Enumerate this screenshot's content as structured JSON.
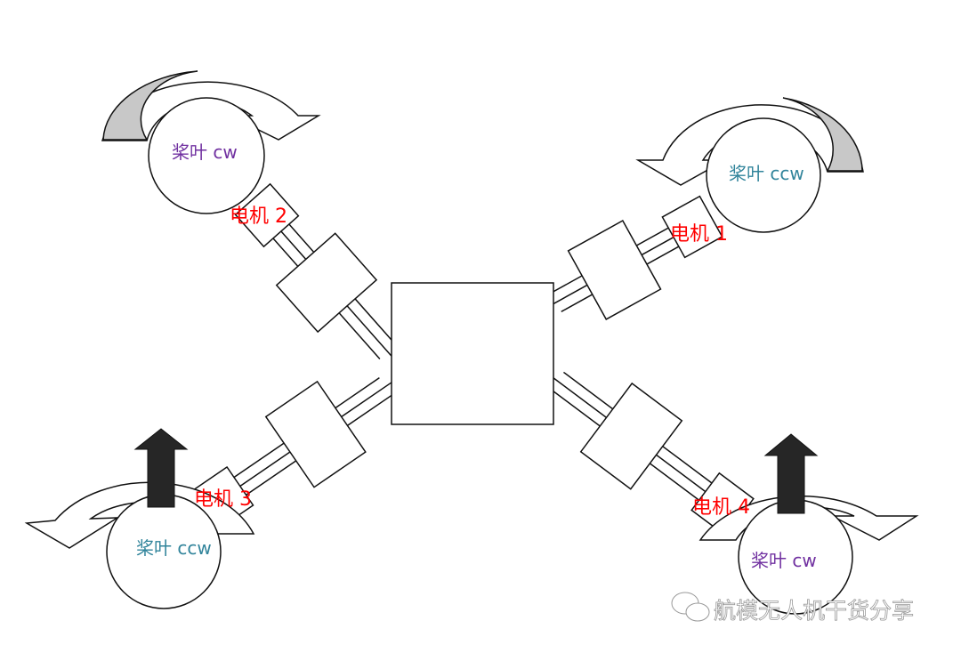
{
  "props": [
    {
      "id": 1,
      "label": "桨叶 ccw",
      "direction": "ccw",
      "motor_label": "电机 1"
    },
    {
      "id": 2,
      "label": "桨叶 cw",
      "direction": "cw",
      "motor_label": "电机 2"
    },
    {
      "id": 3,
      "label": "桨叶 ccw",
      "direction": "ccw",
      "motor_label": "电机 3"
    },
    {
      "id": 4,
      "label": "桨叶 cw",
      "direction": "cw",
      "motor_label": "电机 4"
    }
  ],
  "watermark": "航模无人机干货分享",
  "colors": {
    "motor_label": "#ff0000",
    "cw_label": "#7030a0",
    "ccw_label": "#31849b",
    "rotation_arrow_shade": "#c8c8c8",
    "thrust_arrow": "#262626"
  }
}
